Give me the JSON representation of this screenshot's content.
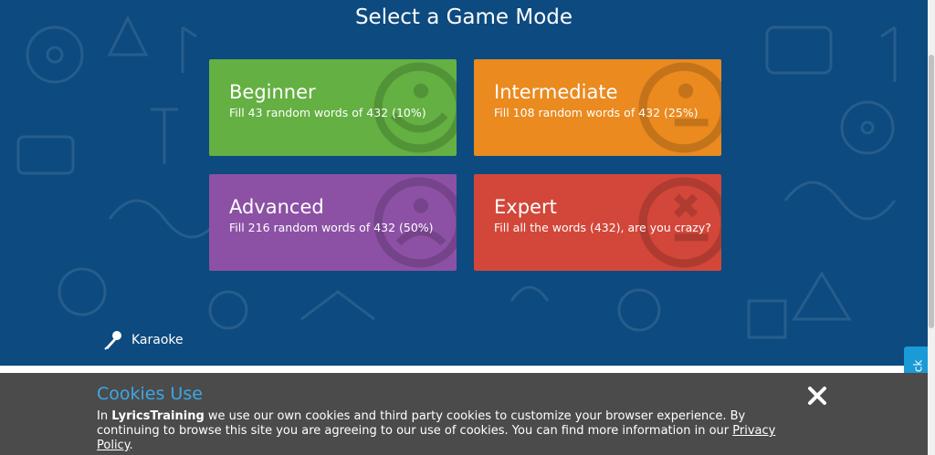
{
  "page": {
    "title": "Select a Game Mode"
  },
  "modes": [
    {
      "label": "Beginner",
      "description": "Fill 43 random words of 432 (10%)",
      "color": "#64b043",
      "face": "happy-face-icon"
    },
    {
      "label": "Intermediate",
      "description": "Fill 108 random words of 432 (25%)",
      "color": "#ea8a1f",
      "face": "neutral-face-icon"
    },
    {
      "label": "Advanced",
      "description": "Fill 216 random words of 432 (50%)",
      "color": "#8c51a5",
      "face": "sad-face-icon"
    },
    {
      "label": "Expert",
      "description": "Fill all the words (432), are you crazy?",
      "color": "#d2473a",
      "face": "dead-face-icon"
    }
  ],
  "karaoke": {
    "label": "Karaoke",
    "icon": "microphone-icon"
  },
  "feedback": {
    "label": "ack"
  },
  "cookies": {
    "title": "Cookies Use",
    "text_prefix": "In ",
    "brand": "LyricsTraining",
    "text_body": " we use our own cookies and third party cookies to customize your browser experience. By continuing to browse this site you are agreeing to our use of cookies. You can find more information in our ",
    "policy_link": "Privacy Policy",
    "text_suffix": ".",
    "close_icon": "close-icon"
  },
  "colors": {
    "background": "#0d4a7f",
    "cookie_banner": "#4b4b4b",
    "cookie_title": "#3aa8e8",
    "feedback_tab": "#1a9ad6"
  }
}
